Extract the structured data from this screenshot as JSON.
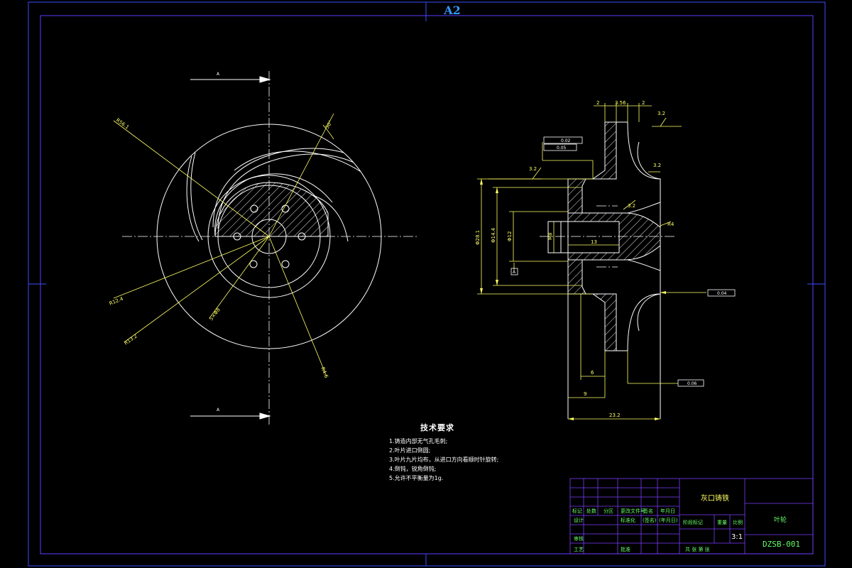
{
  "sheet": {
    "size_label": "A2"
  },
  "front_view": {
    "section_marks": [
      "A",
      "A"
    ],
    "dims": {
      "r_outer": "R56.1",
      "angle": "30°",
      "r_blade": "R12.4",
      "r_mid": "R13.2",
      "r_hub": "R4.6",
      "pcd": "5×Φ8"
    }
  },
  "section_view": {
    "dims": {
      "top_a": "2",
      "top_b": "3.56",
      "top_c": "2",
      "rough": "3.2",
      "dia_big": "Φ28.1",
      "dia_mid": "Φ14.4",
      "dia_small": "Φ12",
      "m8": "M8",
      "len13": "13",
      "len6": "6",
      "len9": "9",
      "len_total": "23.2",
      "r_tip": "R4",
      "flat1": "0.04",
      "flat2": "0.06",
      "gtol1": "0.02",
      "gtol2": "0.05",
      "datum": "A"
    }
  },
  "tech_req": {
    "title": "技术要求",
    "items": [
      "1.铸造内部无气孔毛刺;",
      "2.叶片进口倒圆;",
      "3.叶片九片均布，从进口方向看顺时针旋转;",
      "4.倒钝，锐角倒钝;",
      "5.允许不平衡量为1g."
    ]
  },
  "title_block": {
    "material": "灰口铸铁",
    "part_name": "叶轮",
    "drawing_no": "DZSB-001",
    "scale": "3:1",
    "scale_label": "比例",
    "stage_label": "阶段标记",
    "weight_label": "重量",
    "headers": [
      "标记",
      "处数",
      "分区",
      "更改文件号",
      "签名",
      "年月日"
    ],
    "row_labels": [
      "设计",
      "标准化",
      "审核",
      "工艺"
    ],
    "row2": [
      "批准",
      "(签名)",
      "(年月日)"
    ],
    "footer": "共  张  第  张"
  },
  "colors": {
    "frame": "#3a4cff",
    "line": "#ffffff",
    "dim": "#ffff66",
    "text": "#66ff66",
    "label": "#3399ff"
  }
}
